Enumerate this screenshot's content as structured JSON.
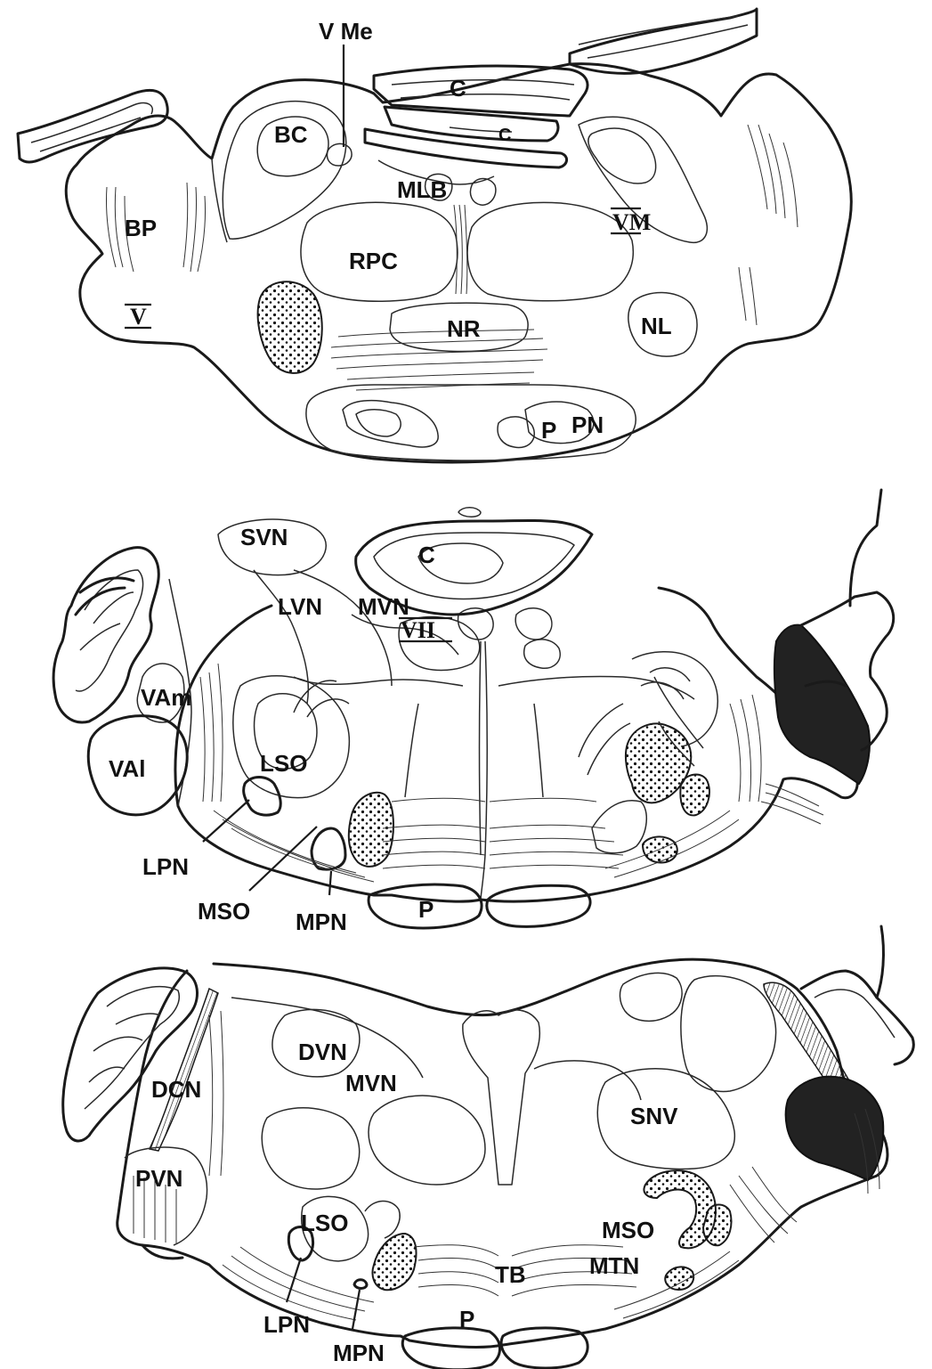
{
  "sections": [
    {
      "id": "top",
      "labels": {
        "vme": "V Me",
        "c1": "C",
        "c2": "C",
        "bc": "BC",
        "mlb": "MLB",
        "vm": "VM",
        "bp": "BP",
        "rpc": "RPC",
        "v": "V",
        "nr": "NR",
        "nl": "NL",
        "p": "P",
        "pn": "PN"
      }
    },
    {
      "id": "middle",
      "labels": {
        "svn": "SVN",
        "c": "C",
        "lvn": "LVN",
        "mvn": "MVN",
        "vii": "VII",
        "vam": "VAm",
        "val": "VAl",
        "lso": "LSO",
        "lpn": "LPN",
        "mso": "MSO",
        "mpn": "MPN",
        "p": "P"
      }
    },
    {
      "id": "bottom",
      "labels": {
        "dvn": "DVN",
        "mvn": "MVN",
        "dcn": "DCN",
        "snv": "SNV",
        "pvn": "PVN",
        "lso": "LSO",
        "mso": "MSO",
        "tb": "TB",
        "mtn": "MTN",
        "lpn": "LPN",
        "p": "P",
        "mpn": "MPN"
      }
    }
  ]
}
